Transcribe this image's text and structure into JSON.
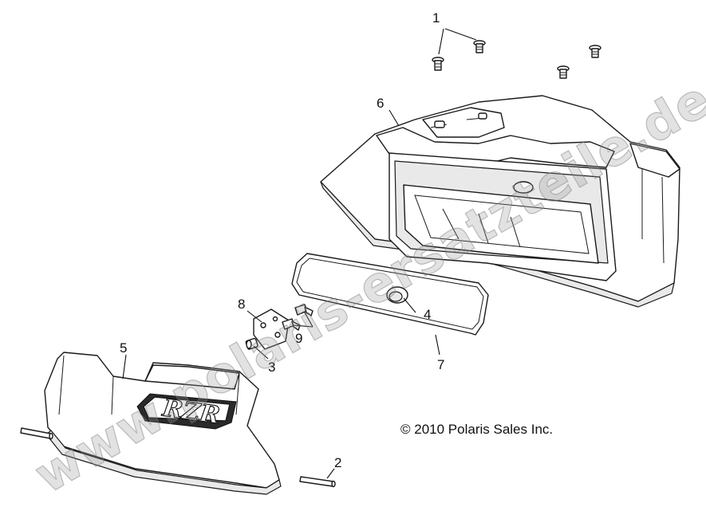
{
  "callouts": [
    {
      "id": "1",
      "label": "1"
    },
    {
      "id": "2",
      "label": "2"
    },
    {
      "id": "3",
      "label": "3"
    },
    {
      "id": "4",
      "label": "4"
    },
    {
      "id": "5",
      "label": "5"
    },
    {
      "id": "6",
      "label": "6"
    },
    {
      "id": "7",
      "label": "7"
    },
    {
      "id": "8",
      "label": "8"
    },
    {
      "id": "9",
      "label": "9"
    }
  ],
  "copyright": "© 2010 Polaris Sales Inc.",
  "watermark": "www.polaris-ersatzteile.de",
  "logo_text": "RZR"
}
